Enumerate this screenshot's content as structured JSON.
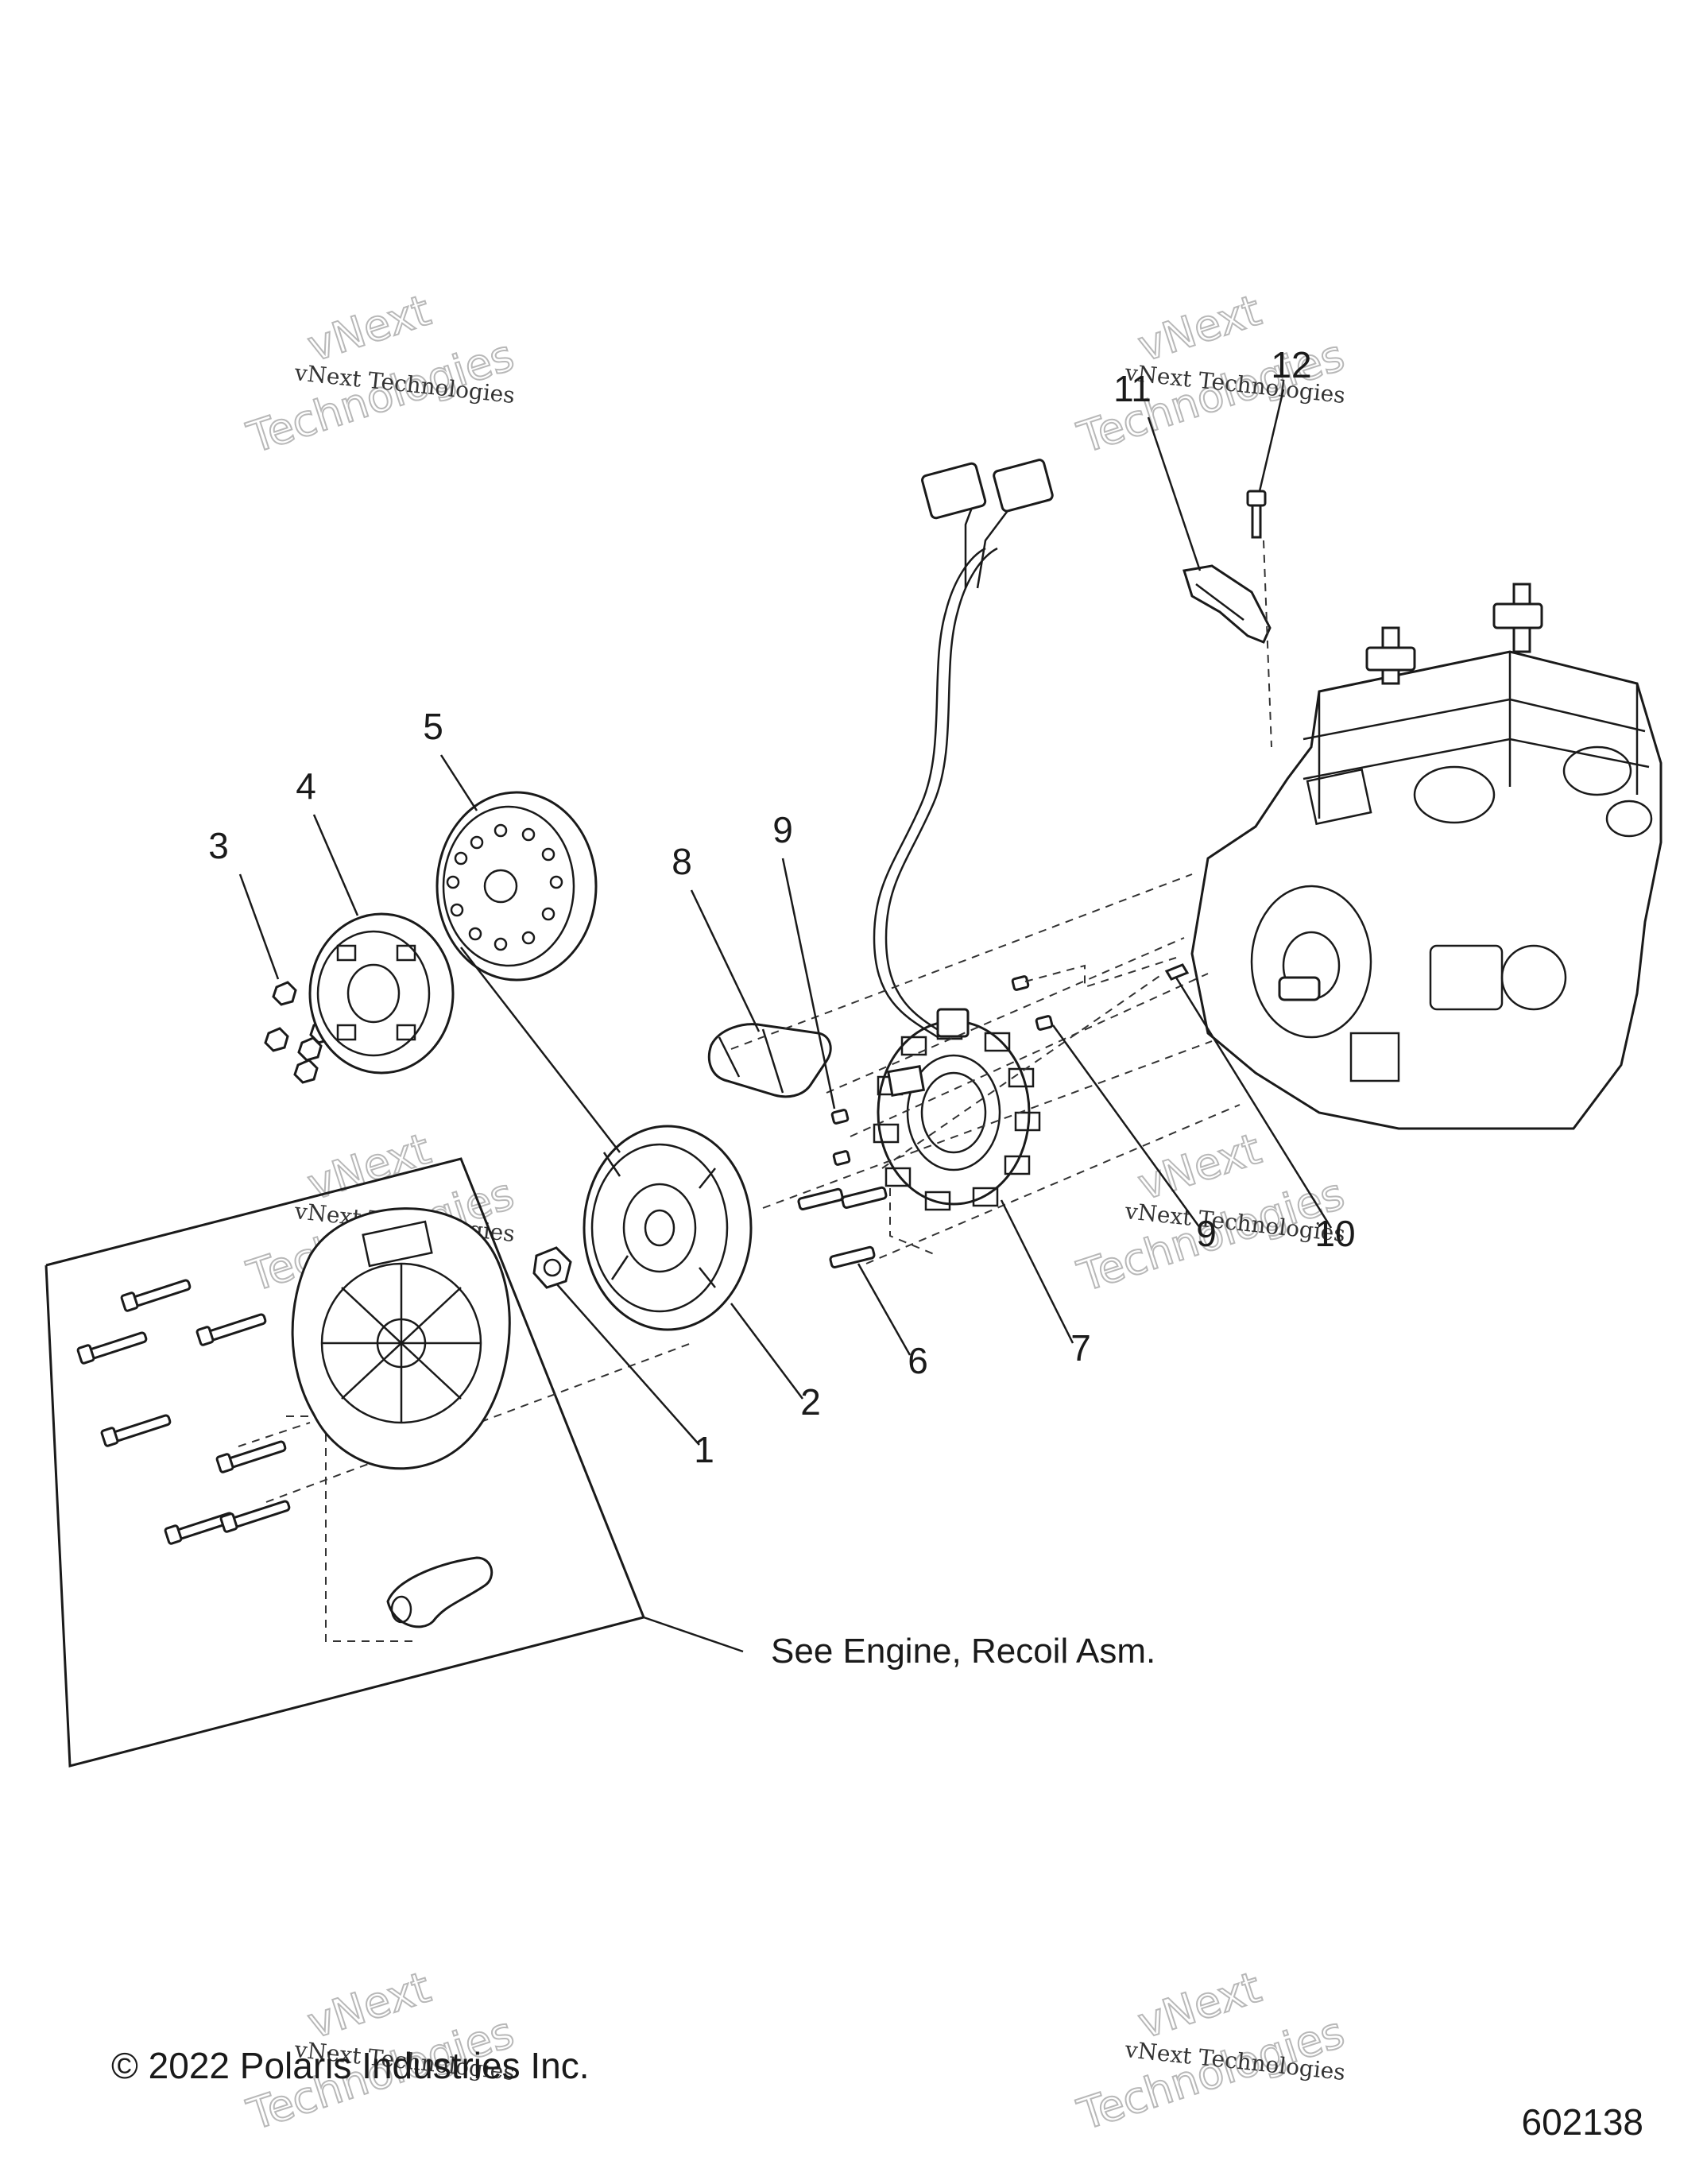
{
  "diagram": {
    "callouts": [
      "1",
      "2",
      "3",
      "4",
      "5",
      "6",
      "7",
      "8",
      "9",
      "9",
      "10",
      "11",
      "12"
    ],
    "reference_note": "See Engine, Recoil Asm.",
    "copyright": "© 2022 Polaris Industries Inc.",
    "figure_number": "602138",
    "watermark_line1": "vNext Technologies",
    "watermark_line2": "vNext",
    "watermark_line3": "Technologies"
  }
}
